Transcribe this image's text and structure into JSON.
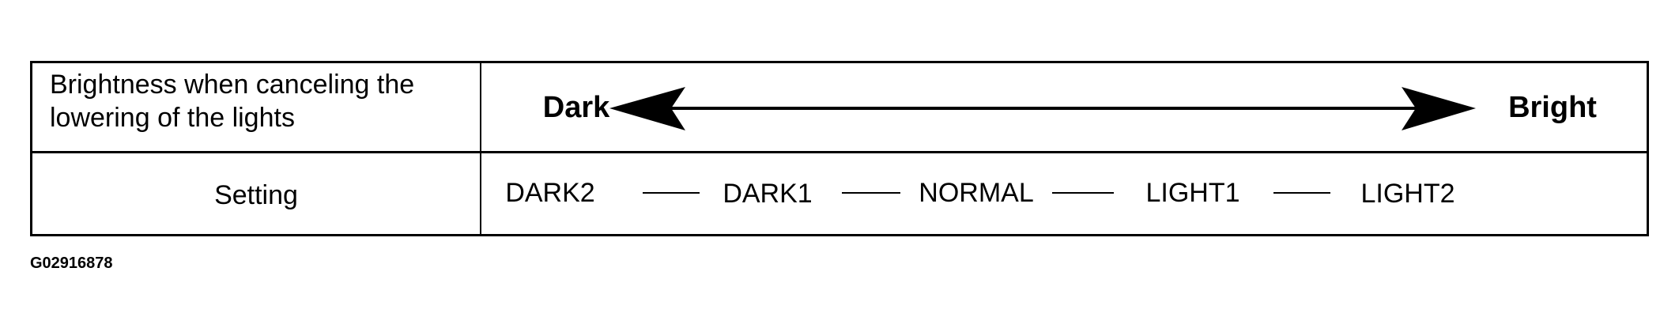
{
  "table": {
    "row1_label_line1": "Brightness when canceling the",
    "row1_label_line2": "lowering of the lights",
    "row2_label": "Setting",
    "scale": {
      "left_label": "Dark",
      "right_label": "Bright"
    },
    "settings": [
      "DARK2",
      "DARK1",
      "NORMAL",
      "LIGHT1",
      "LIGHT2"
    ]
  },
  "figure_code": "G02916878",
  "colors": {
    "ink": "#000000",
    "background": "#ffffff"
  }
}
